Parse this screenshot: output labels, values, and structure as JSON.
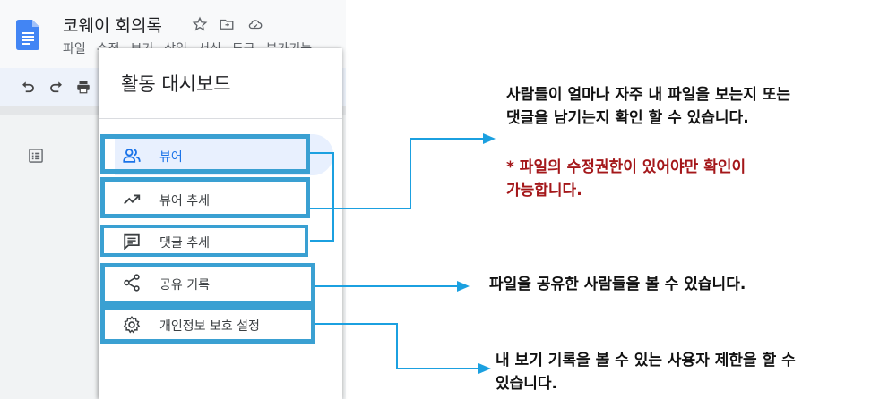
{
  "doc": {
    "title": "코웨이 회의록",
    "menu": [
      "파일",
      "수정",
      "보기",
      "삽입",
      "서식",
      "도구",
      "부가기능"
    ]
  },
  "panel": {
    "title": "활동 대시보드",
    "items": [
      {
        "label": "뷰어",
        "icon": "people-icon"
      },
      {
        "label": "뷰어 추세",
        "icon": "trending-up-icon"
      },
      {
        "label": "댓글 추세",
        "icon": "comment-icon"
      },
      {
        "label": "공유 기록",
        "icon": "share-icon"
      },
      {
        "label": "개인정보 보호 설정",
        "icon": "gear-icon"
      }
    ]
  },
  "annotations": {
    "viewers_line1": "사람들이 얼마나 자주 내 파일을 보는지 또는",
    "viewers_line2": "댓글을 남기는지 확인 할 수 있습니다.",
    "note_line1": "* 파일의 수정권한이 있어야만 확인이",
    "note_line2": "가능합니다.",
    "share": "파일을 공유한 사람들을 볼 수 있습니다.",
    "privacy_line1": "내 보기 기록을 볼 수 있는 사용자 제한을 할 수",
    "privacy_line2": "있습니다."
  },
  "colors": {
    "box_border": "#3aa0d2",
    "arrow": "#1ba0e0",
    "note_text": "#a4171a",
    "active_item": "#1a73e8"
  }
}
